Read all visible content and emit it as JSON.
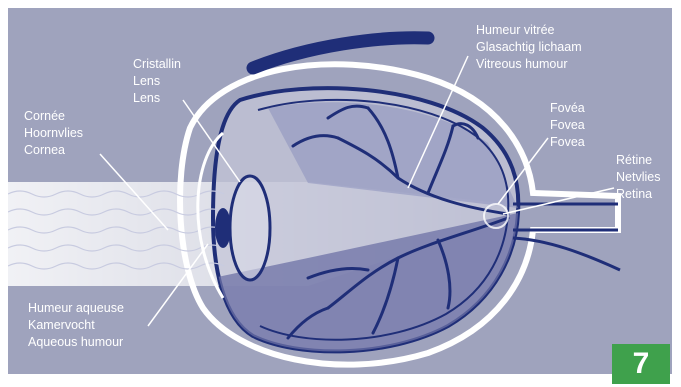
{
  "labels": {
    "lens": [
      "Cristallin",
      "Lens",
      "Lens"
    ],
    "cornea": [
      "Cornée",
      "Hoornvlies",
      "Cornea"
    ],
    "aqueous": [
      "Humeur aqueuse",
      "Kamervocht",
      "Aqueous humour"
    ],
    "vitreous": [
      "Humeur vitrée",
      "Glasachtig lichaam",
      "Vitreous humour"
    ],
    "fovea": [
      "Fovéa",
      "Fovea",
      "Fovea"
    ],
    "retina": [
      "Rétine",
      "Netvlies",
      "Retina"
    ]
  },
  "badge": "7",
  "colors": {
    "background": "#9fa3bd",
    "eye_fill": "#c4c6d8",
    "eye_stroke": "#1f2e78",
    "vitreous_lower": "#6d72a6",
    "light_beam": "#ffffff",
    "badge_fill": "#3fa14c",
    "label_text": "#ffffff"
  }
}
